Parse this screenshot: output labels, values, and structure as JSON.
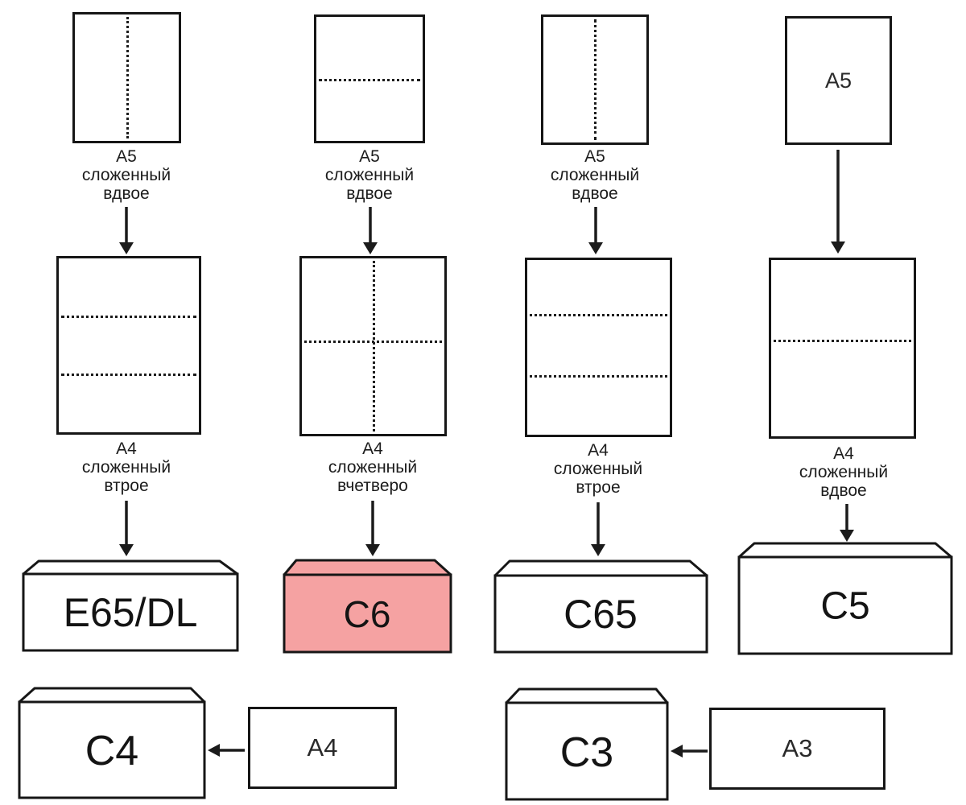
{
  "palette": {
    "line_color": "#1b1b1b",
    "highlight_fill": "#f5a2a2",
    "sheet_fill": "#ffffff",
    "background": "#ffffff"
  },
  "columns": [
    {
      "top_caption": [
        "A5",
        "сложенный",
        "вдвое"
      ],
      "mid_caption": [
        "A4",
        "сложенный",
        "втрое"
      ],
      "envelope_label": "E65/DL"
    },
    {
      "top_caption": [
        "A5",
        "сложенный",
        "вдвое"
      ],
      "mid_caption": [
        "A4",
        "сложенный",
        "вчетверо"
      ],
      "envelope_label": "C6"
    },
    {
      "top_caption": [
        "A5",
        "сложенный",
        "вдвое"
      ],
      "mid_caption": [
        "A4",
        "сложенный",
        "втрое"
      ],
      "envelope_label": "C65"
    },
    {
      "top_sheet_label": "A5",
      "mid_caption": [
        "A4",
        "сложенный",
        "вдвое"
      ],
      "envelope_label": "C5"
    }
  ],
  "bottom_row": {
    "left": {
      "envelope_label": "C4",
      "source_label": "A4"
    },
    "right": {
      "envelope_label": "C3",
      "source_label": "A3"
    }
  }
}
